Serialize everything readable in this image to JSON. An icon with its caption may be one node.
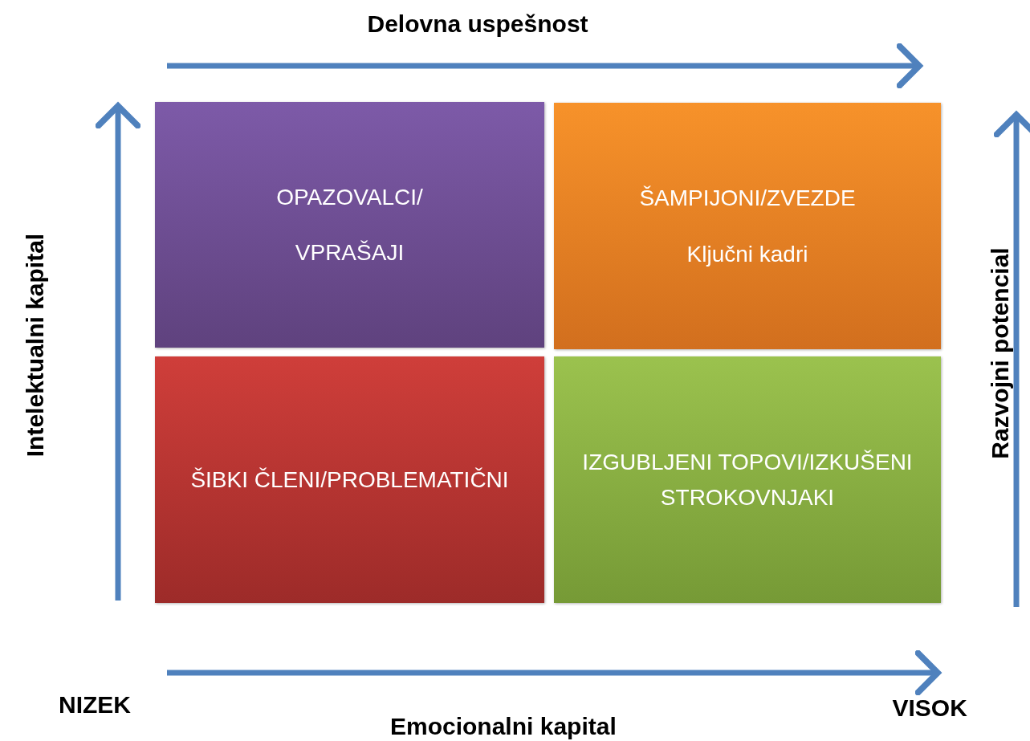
{
  "diagram": {
    "nodes": [
      {
        "text": [
          "OPAZOVALCI/",
          "VPRAŠAJI"
        ]
      },
      {
        "text": [
          "ŠAMPIJONI/ZVEZDE",
          "Ključni kadri"
        ]
      },
      {
        "text": [
          "ŠIBKI ČLENI/PROBLEMATIČNI"
        ]
      },
      {
        "text": [
          "IZGUBLJENI TOPOVI/IZKUŠENI STROKOVNJAKI"
        ]
      }
    ],
    "edges": [],
    "labels": [
      "Delovna uspešnost",
      "Intelektualni kapital",
      "Razvojni potencial",
      "NIZEK",
      "Emocionalni kapital",
      "VISOK"
    ]
  }
}
